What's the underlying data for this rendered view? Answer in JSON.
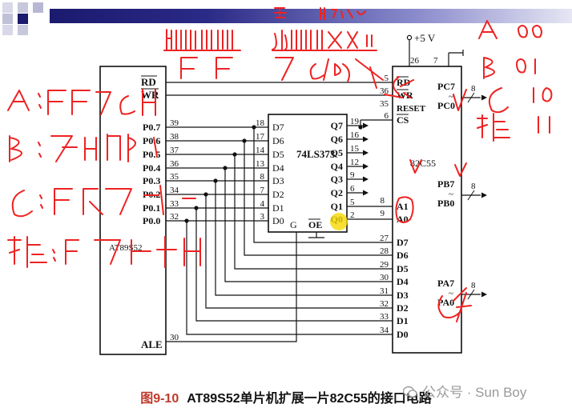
{
  "colors": {
    "accent": "#c0392b",
    "handwriting": "#e22222",
    "highlight": "#f5d800",
    "header": "#1a1a6e"
  },
  "caption": {
    "figure": "图9-10",
    "text": "AT89S52单片机扩展一片82C55的接口电路"
  },
  "watermark": {
    "icon": "wechat-icon",
    "text": "公众号 · Sun Boy"
  },
  "supply": {
    "label": "+5 V"
  },
  "mcu": {
    "name": "AT89S52",
    "rd": "RD",
    "wr": "WR",
    "ale": "ALE",
    "pins": [
      {
        "name": "P0.7",
        "num": "39"
      },
      {
        "name": "P0.6",
        "num": "38"
      },
      {
        "name": "P0.5",
        "num": "37"
      },
      {
        "name": "P0.4",
        "num": "36"
      },
      {
        "name": "P0.3",
        "num": "35"
      },
      {
        "name": "P0.2",
        "num": "34"
      },
      {
        "name": "P0.1",
        "num": "33"
      },
      {
        "name": "P0.0",
        "num": "32"
      }
    ],
    "ale_num": "30"
  },
  "latch": {
    "name": "74LS373",
    "d_pins": [
      {
        "name": "D7",
        "num": "18"
      },
      {
        "name": "D6",
        "num": "17"
      },
      {
        "name": "D5",
        "num": "14"
      },
      {
        "name": "D4",
        "num": "13"
      },
      {
        "name": "D3",
        "num": "8"
      },
      {
        "name": "D2",
        "num": "7"
      },
      {
        "name": "D1",
        "num": "4"
      },
      {
        "name": "D0",
        "num": "3"
      }
    ],
    "q_pins": [
      {
        "name": "Q7",
        "num": "19"
      },
      {
        "name": "Q6",
        "num": "16"
      },
      {
        "name": "Q5",
        "num": "15"
      },
      {
        "name": "Q4",
        "num": "12"
      },
      {
        "name": "Q3",
        "num": "9"
      },
      {
        "name": "Q2",
        "num": "6"
      },
      {
        "name": "Q1",
        "num": "5"
      },
      {
        "name": "Q0",
        "num": "2"
      }
    ],
    "g": "G",
    "oe": "OE"
  },
  "ppi": {
    "name": "82C55",
    "top_pins": [
      "26",
      "7"
    ],
    "ctrl": [
      {
        "name": "RD",
        "num": "5"
      },
      {
        "name": "WR",
        "num": "36"
      },
      {
        "name": "RESET",
        "num": "35"
      },
      {
        "name": "CS",
        "num": "6"
      }
    ],
    "addr": [
      {
        "name": "A1",
        "num": "8"
      },
      {
        "name": "A0",
        "num": "9"
      }
    ],
    "data": [
      {
        "name": "D7",
        "num": "27"
      },
      {
        "name": "D6",
        "num": "28"
      },
      {
        "name": "D5",
        "num": "29"
      },
      {
        "name": "D4",
        "num": "30"
      },
      {
        "name": "D3",
        "num": "31"
      },
      {
        "name": "D2",
        "num": "32"
      },
      {
        "name": "D1",
        "num": "33"
      },
      {
        "name": "D0",
        "num": "34"
      }
    ],
    "ports": [
      {
        "hi": "PC7",
        "tilde": "~",
        "lo": "PC0",
        "width": "8"
      },
      {
        "hi": "PB7",
        "tilde": "~",
        "lo": "PB0",
        "width": "8"
      },
      {
        "hi": "PA7",
        "tilde": "~",
        "lo": "PA0",
        "width": "8"
      }
    ]
  }
}
